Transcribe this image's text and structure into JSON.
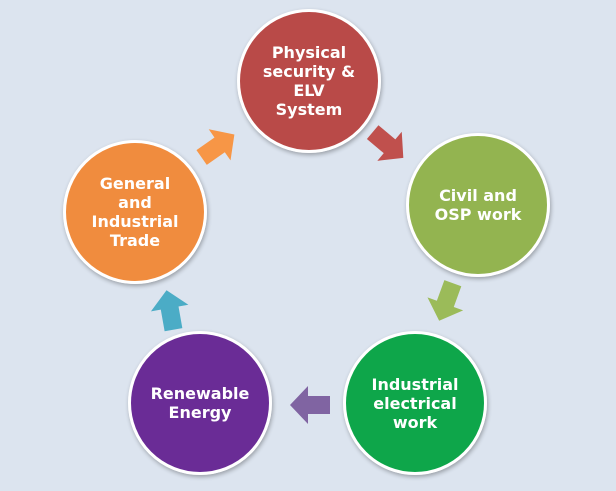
{
  "nodes": [
    {
      "label": "Physical\nsecurity &\nELV\nSystem",
      "color": "#b94a48"
    },
    {
      "label": "Civil and\nOSP work",
      "color": "#93b450"
    },
    {
      "label": "Industrial\nelectrical\nwork",
      "color": "#0ea64a"
    },
    {
      "label": "Renewable\nEnergy",
      "color": "#6a2c96"
    },
    {
      "label": "General\nand\nIndustrial\nTrade",
      "color": "#f08c3e"
    }
  ],
  "arrows": [
    {
      "color": "#c0504d"
    },
    {
      "color": "#9bbb59"
    },
    {
      "color": "#8064a2"
    },
    {
      "color": "#4bacc6"
    },
    {
      "color": "#f79646"
    }
  ]
}
